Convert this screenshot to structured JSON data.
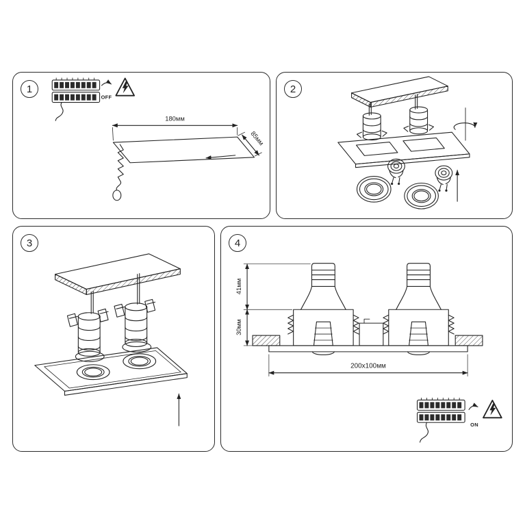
{
  "sheet": {
    "steps": [
      {
        "number": "1",
        "labels": {
          "switch": "OFF",
          "width": "180мм",
          "depth": "85мм"
        }
      },
      {
        "number": "2",
        "labels": {}
      },
      {
        "number": "3",
        "labels": {}
      },
      {
        "number": "4",
        "labels": {
          "height_top": "41мм",
          "height_bottom": "30мм",
          "cutout": "200x100мм",
          "switch": "ON"
        }
      }
    ],
    "colors": {
      "line": "#222222",
      "background": "#ffffff"
    }
  }
}
